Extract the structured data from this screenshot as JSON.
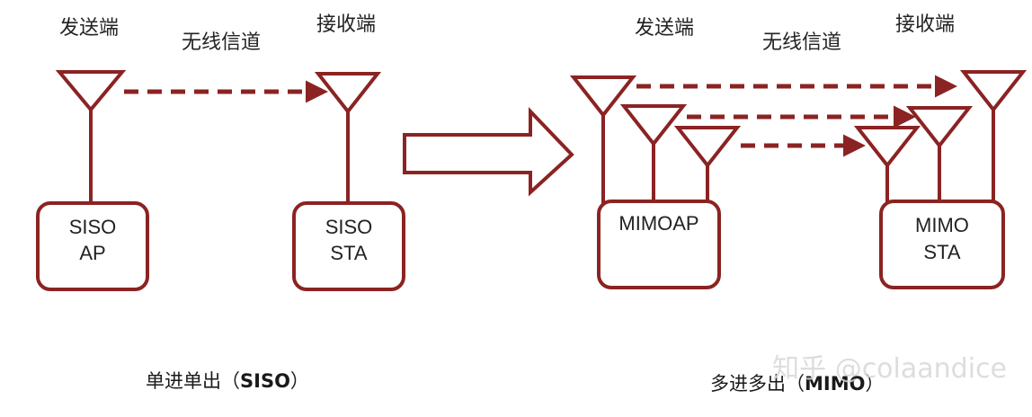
{
  "colors": {
    "accent": "#8b2323",
    "text": "#222222",
    "watermark": "#cfcfcf"
  },
  "siso": {
    "sender_label": "发送端",
    "channel_label": "无线信道",
    "receiver_label": "接收端",
    "ap_line1": "SISO",
    "ap_line2": "AP",
    "sta_line1": "SISO",
    "sta_line2": "STA",
    "caption_cn": "单进单出（",
    "caption_abbr": "SISO",
    "caption_close": "）"
  },
  "mimo": {
    "sender_label": "发送端",
    "channel_label": "无线信道",
    "receiver_label": "接收端",
    "ap_label": "MIMOAP",
    "sta_line1": "MIMO",
    "sta_line2": "STA",
    "caption_cn": "多进多出（",
    "caption_abbr": "MIMO",
    "caption_close": "）"
  },
  "watermark": "知乎 @colaandice"
}
